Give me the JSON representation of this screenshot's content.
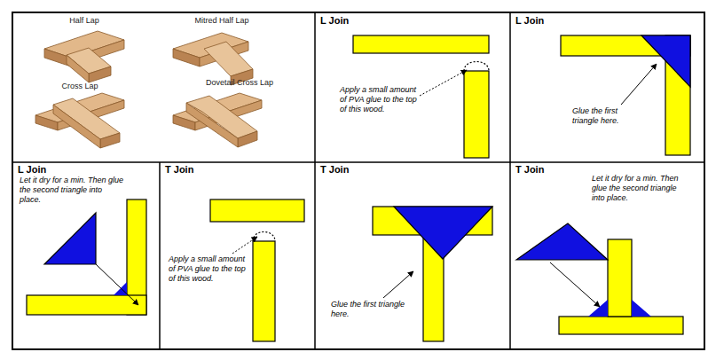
{
  "diagram": {
    "nodes": [
      {
        "text": [
          "L Join",
          "Apply a small amount of PVA glue to the top of this wood."
        ]
      },
      {
        "text": [
          "L Join",
          "Glue the first triangle here."
        ]
      },
      {
        "text": [
          "L Join",
          "Let it dry for a min. Then glue the second triangle into place."
        ]
      },
      {
        "text": [
          "T Join",
          "Apply a small amount of PVA glue to the top of this wood."
        ]
      },
      {
        "text": [
          "T Join",
          "Glue the first triangle here."
        ]
      },
      {
        "text": [
          "T Join",
          "Let it dry for a min. Then glue the second triangle into place."
        ]
      }
    ],
    "labels": [
      "Half Lap",
      "Mitred Half Lap",
      "Cross Lap",
      "Dovetail Cross Lap"
    ]
  }
}
